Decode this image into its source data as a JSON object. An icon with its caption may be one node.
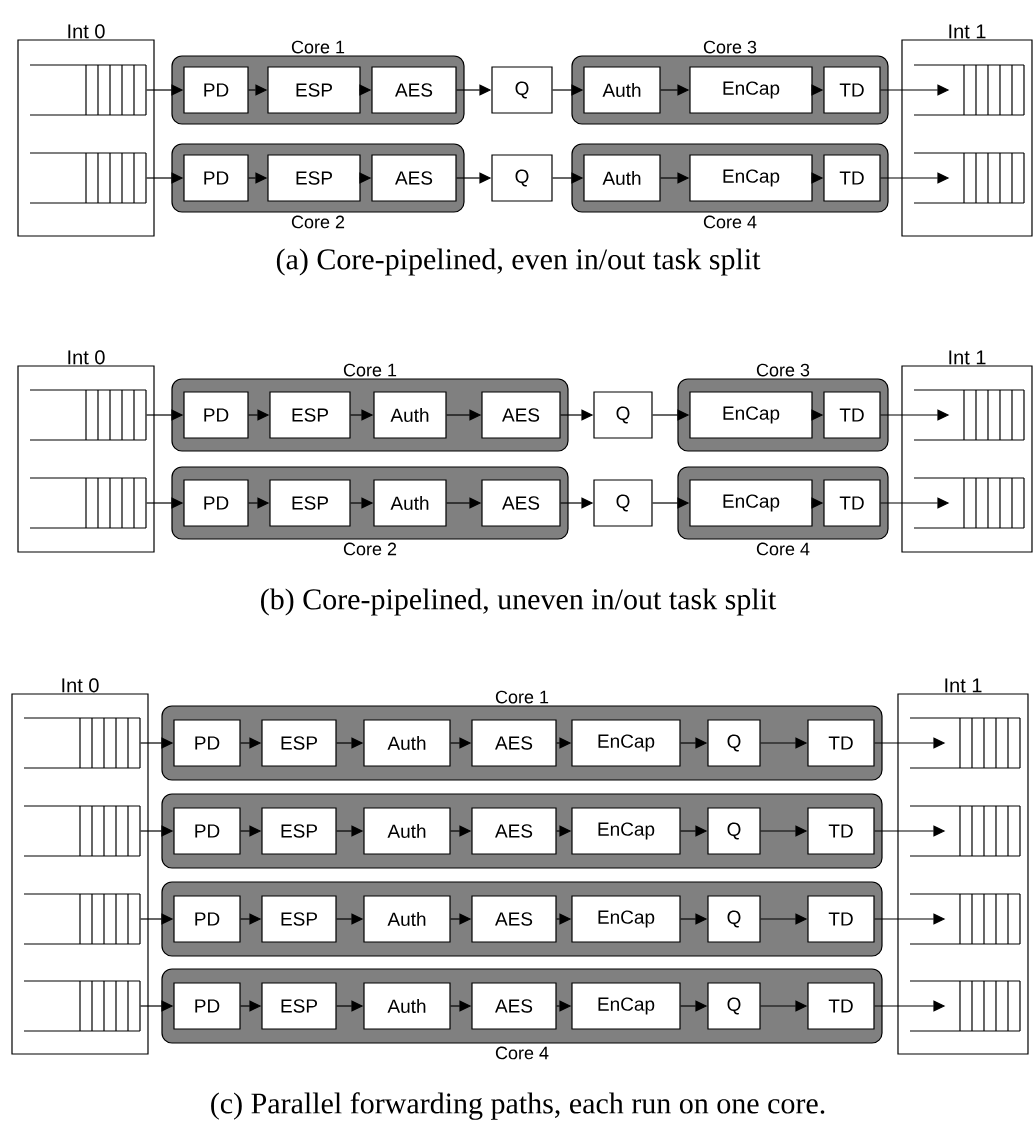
{
  "diagram": {
    "nodes": [
      {
        "text": [
          "Int 0"
        ]
      },
      {
        "text": [],
        "shape": "queue",
        "in": 0
      },
      {
        "text": [],
        "shape": "queue",
        "in": 0
      },
      {
        "text": [
          "Core 1"
        ]
      },
      {
        "text": [
          "PD"
        ],
        "in": 3
      },
      {
        "text": [
          "ESP"
        ],
        "in": 3
      },
      {
        "text": [
          "AES"
        ],
        "in": 3
      },
      {
        "text": [
          "Q"
        ]
      },
      {
        "text": [
          "Core 3"
        ]
      },
      {
        "text": [
          "Auth"
        ],
        "in": 8
      },
      {
        "text": [
          "EnCap"
        ],
        "in": 8
      },
      {
        "text": [
          "TD"
        ],
        "in": 8
      },
      {
        "text": [
          "Core 2"
        ]
      },
      {
        "text": [
          "PD"
        ],
        "in": 12
      },
      {
        "text": [
          "ESP"
        ],
        "in": 12
      },
      {
        "text": [
          "AES"
        ],
        "in": 12
      },
      {
        "text": [
          "Q"
        ]
      },
      {
        "text": [
          "Core 4"
        ]
      },
      {
        "text": [
          "Auth"
        ],
        "in": 17
      },
      {
        "text": [
          "EnCap"
        ],
        "in": 17
      },
      {
        "text": [
          "TD"
        ],
        "in": 17
      },
      {
        "text": [
          "Int 1"
        ]
      },
      {
        "text": [],
        "shape": "queue",
        "in": 21
      },
      {
        "text": [],
        "shape": "queue",
        "in": 21
      },
      {
        "text": [
          "Int 0"
        ]
      },
      {
        "text": [],
        "shape": "queue",
        "in": 24
      },
      {
        "text": [],
        "shape": "queue",
        "in": 24
      },
      {
        "text": [
          "Core 1"
        ]
      },
      {
        "text": [
          "PD"
        ],
        "in": 27
      },
      {
        "text": [
          "ESP"
        ],
        "in": 27
      },
      {
        "text": [
          "Auth"
        ],
        "in": 27
      },
      {
        "text": [
          "AES"
        ],
        "in": 27
      },
      {
        "text": [
          "Q"
        ]
      },
      {
        "text": [
          "Core 3"
        ]
      },
      {
        "text": [
          "EnCap"
        ],
        "in": 33
      },
      {
        "text": [
          "TD"
        ],
        "in": 33
      },
      {
        "text": [
          "Core 2"
        ]
      },
      {
        "text": [
          "PD"
        ],
        "in": 36
      },
      {
        "text": [
          "ESP"
        ],
        "in": 36
      },
      {
        "text": [
          "Auth"
        ],
        "in": 36
      },
      {
        "text": [
          "AES"
        ],
        "in": 36
      },
      {
        "text": [
          "Q"
        ]
      },
      {
        "text": [
          "Core 4"
        ]
      },
      {
        "text": [
          "EnCap"
        ],
        "in": 42
      },
      {
        "text": [
          "TD"
        ],
        "in": 42
      },
      {
        "text": [
          "Int 1"
        ]
      },
      {
        "text": [],
        "shape": "queue",
        "in": 45
      },
      {
        "text": [],
        "shape": "queue",
        "in": 45
      },
      {
        "text": [
          "Int 0"
        ]
      },
      {
        "text": [],
        "shape": "queue",
        "in": 48
      },
      {
        "text": [],
        "shape": "queue",
        "in": 48
      },
      {
        "text": [],
        "shape": "queue",
        "in": 48
      },
      {
        "text": [],
        "shape": "queue",
        "in": 48
      },
      {
        "text": [
          "Core 1"
        ]
      },
      {
        "text": [
          "PD"
        ],
        "in": 53
      },
      {
        "text": [
          "ESP"
        ],
        "in": 53
      },
      {
        "text": [
          "Auth"
        ],
        "in": 53
      },
      {
        "text": [
          "AES"
        ],
        "in": 53
      },
      {
        "text": [
          "EnCap"
        ],
        "in": 53
      },
      {
        "text": [
          "Q"
        ],
        "in": 53
      },
      {
        "text": [
          "TD"
        ],
        "in": 53
      },
      {
        "text": [],
        "shape": "box"
      },
      {
        "text": [
          "PD"
        ],
        "in": 61
      },
      {
        "text": [
          "ESP"
        ],
        "in": 61
      },
      {
        "text": [
          "Auth"
        ],
        "in": 61
      },
      {
        "text": [
          "AES"
        ],
        "in": 61
      },
      {
        "text": [
          "EnCap"
        ],
        "in": 61
      },
      {
        "text": [
          "Q"
        ],
        "in": 61
      },
      {
        "text": [
          "TD"
        ],
        "in": 61
      },
      {
        "text": [],
        "shape": "box"
      },
      {
        "text": [
          "PD"
        ],
        "in": 69
      },
      {
        "text": [
          "ESP"
        ],
        "in": 69
      },
      {
        "text": [
          "Auth"
        ],
        "in": 69
      },
      {
        "text": [
          "AES"
        ],
        "in": 69
      },
      {
        "text": [
          "EnCap"
        ],
        "in": 69
      },
      {
        "text": [
          "Q"
        ],
        "in": 69
      },
      {
        "text": [
          "TD"
        ],
        "in": 69
      },
      {
        "text": [
          "Core 4"
        ]
      },
      {
        "text": [
          "PD"
        ],
        "in": 77
      },
      {
        "text": [
          "ESP"
        ],
        "in": 77
      },
      {
        "text": [
          "Auth"
        ],
        "in": 77
      },
      {
        "text": [
          "AES"
        ],
        "in": 77
      },
      {
        "text": [
          "EnCap"
        ],
        "in": 77
      },
      {
        "text": [
          "Q"
        ],
        "in": 77
      },
      {
        "text": [
          "TD"
        ],
        "in": 77
      },
      {
        "text": [
          "Int 1"
        ]
      },
      {
        "text": [],
        "shape": "queue",
        "in": 85
      },
      {
        "text": [],
        "shape": "queue",
        "in": 85
      },
      {
        "text": [],
        "shape": "queue",
        "in": 85
      },
      {
        "text": [],
        "shape": "queue",
        "in": 85
      }
    ],
    "edges": [
      {
        "from": 1,
        "to": 4,
        "arrow": "to"
      },
      {
        "from": 4,
        "to": 5,
        "arrow": "to"
      },
      {
        "from": 5,
        "to": 6,
        "arrow": "to"
      },
      {
        "from": 6,
        "to": 7,
        "arrow": "to"
      },
      {
        "from": 7,
        "to": 9,
        "arrow": "to"
      },
      {
        "from": 9,
        "to": 10,
        "arrow": "to"
      },
      {
        "from": 10,
        "to": 11,
        "arrow": "to"
      },
      {
        "from": 11,
        "to": 22,
        "arrow": "to"
      },
      {
        "from": 2,
        "to": 13,
        "arrow": "to"
      },
      {
        "from": 13,
        "to": 14,
        "arrow": "to"
      },
      {
        "from": 14,
        "to": 15,
        "arrow": "to"
      },
      {
        "from": 15,
        "to": 16,
        "arrow": "to"
      },
      {
        "from": 16,
        "to": 18,
        "arrow": "to"
      },
      {
        "from": 18,
        "to": 19,
        "arrow": "to"
      },
      {
        "from": 19,
        "to": 20,
        "arrow": "to"
      },
      {
        "from": 20,
        "to": 23,
        "arrow": "to"
      },
      {
        "from": 25,
        "to": 28,
        "arrow": "to"
      },
      {
        "from": 28,
        "to": 29,
        "arrow": "to"
      },
      {
        "from": 29,
        "to": 30,
        "arrow": "to"
      },
      {
        "from": 30,
        "to": 31,
        "arrow": "to"
      },
      {
        "from": 31,
        "to": 32,
        "arrow": "to"
      },
      {
        "from": 32,
        "to": 34,
        "arrow": "to"
      },
      {
        "from": 34,
        "to": 35,
        "arrow": "to"
      },
      {
        "from": 35,
        "to": 46,
        "arrow": "to"
      },
      {
        "from": 26,
        "to": 37,
        "arrow": "to"
      },
      {
        "from": 37,
        "to": 38,
        "arrow": "to"
      },
      {
        "from": 38,
        "to": 39,
        "arrow": "to"
      },
      {
        "from": 39,
        "to": 40,
        "arrow": "to"
      },
      {
        "from": 40,
        "to": 41,
        "arrow": "to"
      },
      {
        "from": 41,
        "to": 43,
        "arrow": "to"
      },
      {
        "from": 43,
        "to": 44,
        "arrow": "to"
      },
      {
        "from": 44,
        "to": 47,
        "arrow": "to"
      },
      {
        "from": 49,
        "to": 54,
        "arrow": "to"
      },
      {
        "from": 54,
        "to": 55,
        "arrow": "to"
      },
      {
        "from": 55,
        "to": 56,
        "arrow": "to"
      },
      {
        "from": 56,
        "to": 57,
        "arrow": "to"
      },
      {
        "from": 57,
        "to": 58,
        "arrow": "to"
      },
      {
        "from": 58,
        "to": 59,
        "arrow": "to"
      },
      {
        "from": 59,
        "to": 60,
        "arrow": "to"
      },
      {
        "from": 60,
        "to": 86,
        "arrow": "to"
      },
      {
        "from": 50,
        "to": 62,
        "arrow": "to"
      },
      {
        "from": 62,
        "to": 63,
        "arrow": "to"
      },
      {
        "from": 63,
        "to": 64,
        "arrow": "to"
      },
      {
        "from": 64,
        "to": 65,
        "arrow": "to"
      },
      {
        "from": 65,
        "to": 66,
        "arrow": "to"
      },
      {
        "from": 66,
        "to": 67,
        "arrow": "to"
      },
      {
        "from": 67,
        "to": 68,
        "arrow": "to"
      },
      {
        "from": 68,
        "to": 87,
        "arrow": "to"
      },
      {
        "from": 51,
        "to": 70,
        "arrow": "to"
      },
      {
        "from": 70,
        "to": 71,
        "arrow": "to"
      },
      {
        "from": 71,
        "to": 72,
        "arrow": "to"
      },
      {
        "from": 72,
        "to": 73,
        "arrow": "to"
      },
      {
        "from": 73,
        "to": 74,
        "arrow": "to"
      },
      {
        "from": 74,
        "to": 75,
        "arrow": "to"
      },
      {
        "from": 75,
        "to": 76,
        "arrow": "to"
      },
      {
        "from": 76,
        "to": 88,
        "arrow": "to"
      },
      {
        "from": 52,
        "to": 78,
        "arrow": "to"
      },
      {
        "from": 78,
        "to": 79,
        "arrow": "to"
      },
      {
        "from": 79,
        "to": 80,
        "arrow": "to"
      },
      {
        "from": 80,
        "to": 81,
        "arrow": "to"
      },
      {
        "from": 81,
        "to": 82,
        "arrow": "to"
      },
      {
        "from": 82,
        "to": 83,
        "arrow": "to"
      },
      {
        "from": 83,
        "to": 84,
        "arrow": "to"
      },
      {
        "from": 84,
        "to": 89,
        "arrow": "to"
      }
    ],
    "labels": [
      "(a) Core-pipelined, even in/out task split",
      "(b) Core-pipelined, uneven in/out task split",
      "(c) Parallel forwarding paths, each run on one core."
    ]
  }
}
